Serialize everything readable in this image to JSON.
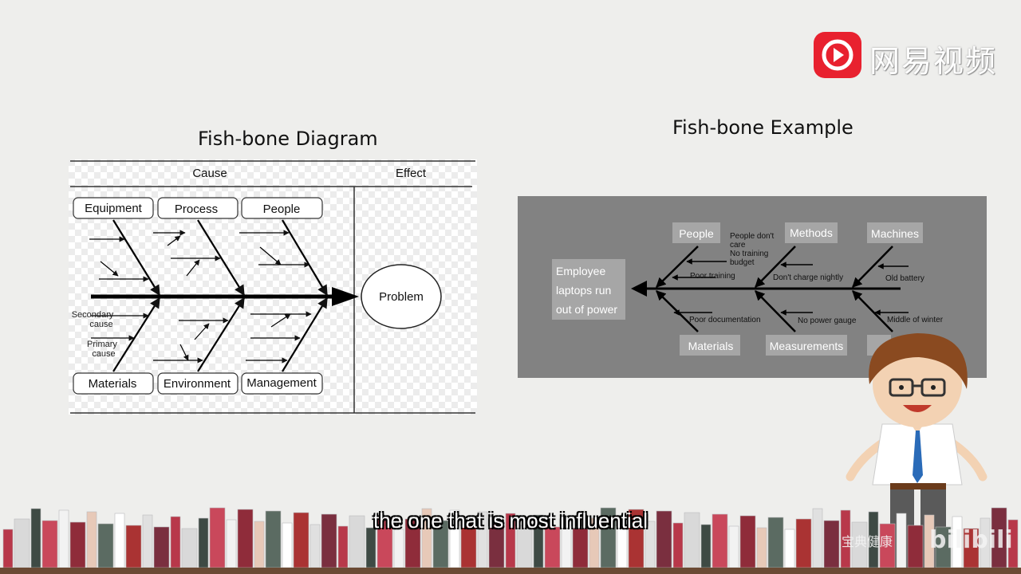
{
  "watermark": {
    "logo_text": "网易视频",
    "corner_text": "宝典健康",
    "corner_brand": "bilibili"
  },
  "left_panel": {
    "title": "Fish-bone Diagram",
    "cause_header": "Cause",
    "effect_header": "Effect",
    "categories_top": [
      "Equipment",
      "Process",
      "People"
    ],
    "categories_bottom": [
      "Materials",
      "Environment",
      "Management"
    ],
    "problem": "Problem",
    "secondary_cause": [
      "Secondary",
      "cause"
    ],
    "primary_cause": [
      "Primary",
      "cause"
    ]
  },
  "right_panel": {
    "title": "Fish-bone Example",
    "effect": [
      "Employee",
      "laptops run",
      "out of power"
    ],
    "categories_top": [
      "People",
      "Methods",
      "Machines"
    ],
    "categories_bottom": [
      "Materials",
      "Measurements"
    ],
    "causes": {
      "people_note": [
        "People don't",
        "care",
        "No training",
        "budget"
      ],
      "poor_training": "Poor training",
      "dont_charge": "Don't charge nightly",
      "old_battery": "Old battery",
      "poor_documentation": "Poor documentation",
      "no_power_gauge": "No power gauge",
      "middle_of_winter": "Middle of winter"
    }
  },
  "subtitle": "the one that is most influential",
  "colors": {
    "panel_bg": "#828282",
    "logo_red": "#e8212f"
  }
}
